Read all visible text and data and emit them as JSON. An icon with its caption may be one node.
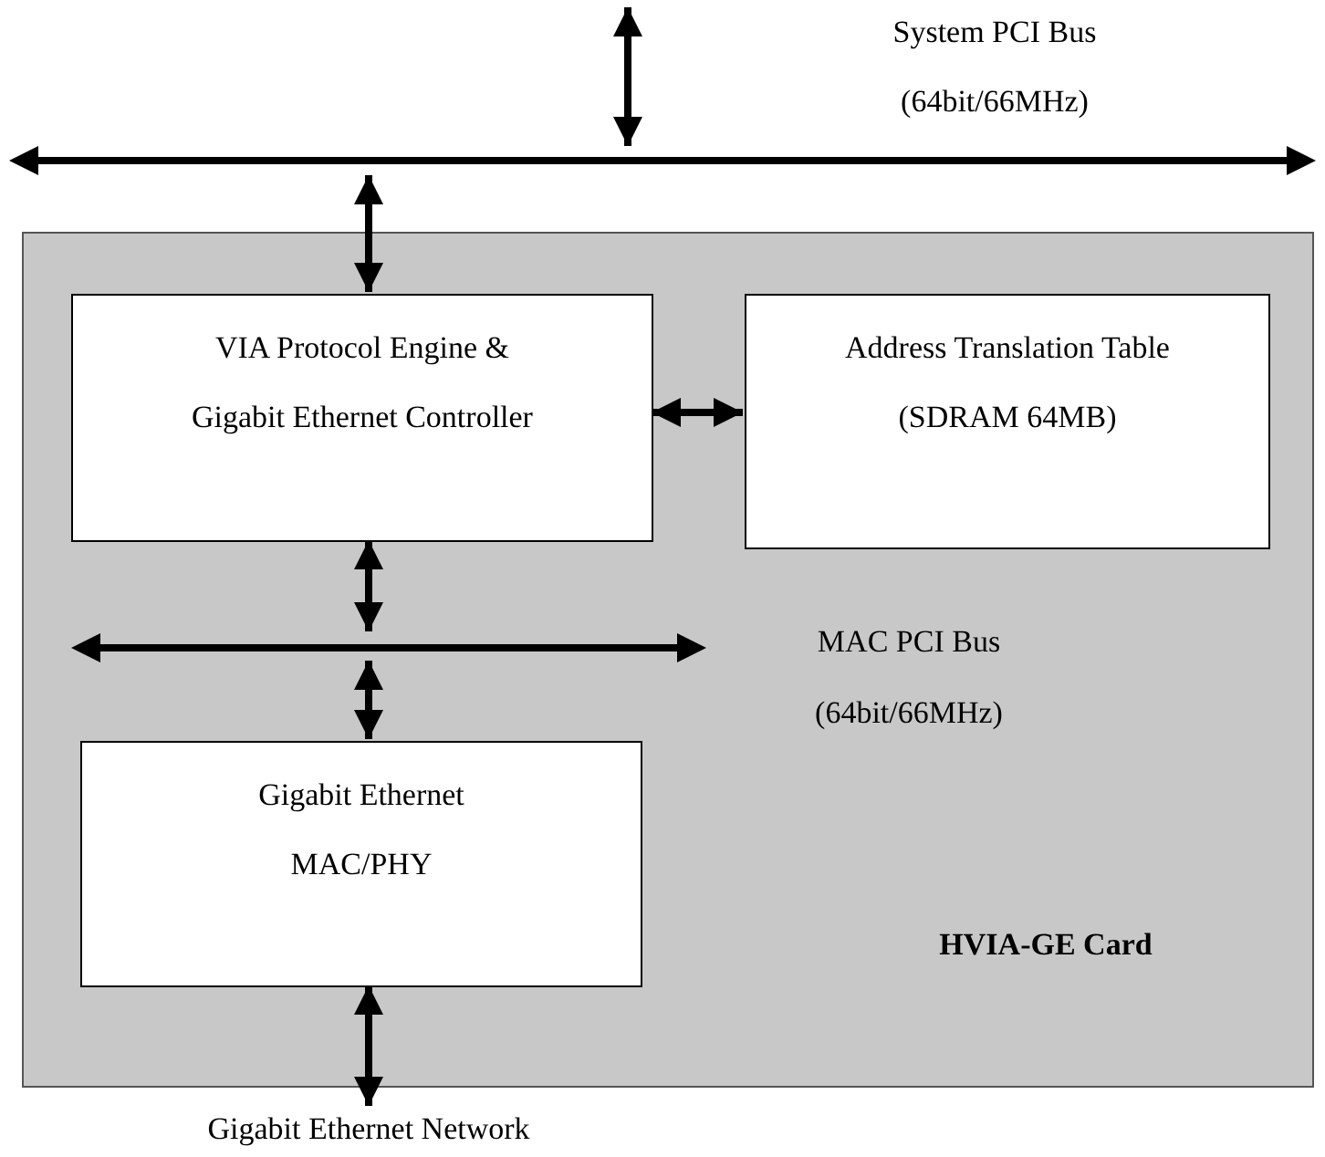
{
  "diagram": {
    "nodes": [
      {
        "text": [],
        "shape": "bar",
        "beside": [
          "System PCI Bus",
          "(64bit/66MHz)"
        ]
      },
      {
        "text": [
          "HVIA-GE Card"
        ]
      },
      {
        "text": [
          "VIA Protocol Engine & Gigabit Ethernet Controller"
        ],
        "in": 1
      },
      {
        "text": [
          "Address Translation Table",
          "(SDRAM 64MB)"
        ],
        "in": 1
      },
      {
        "text": [],
        "shape": "bar",
        "in": 1,
        "beside": [
          "MAC PCI Bus",
          "(64bit/66MHz)"
        ]
      },
      {
        "text": [
          "Gigabit Ethernet MAC/PHY"
        ],
        "in": 1
      },
      {
        "text": [
          "Gigabit Ethernet Network"
        ]
      }
    ],
    "edges": [
      {
        "from": null,
        "to": 0,
        "arrow": "both"
      },
      {
        "from": 0,
        "to": 2,
        "arrow": "both"
      },
      {
        "from": 2,
        "to": 3,
        "arrow": "both"
      },
      {
        "from": 2,
        "to": 4,
        "arrow": "both"
      },
      {
        "from": 4,
        "to": 5,
        "arrow": "both"
      },
      {
        "from": 5,
        "to": 6,
        "arrow": "both"
      }
    ]
  }
}
